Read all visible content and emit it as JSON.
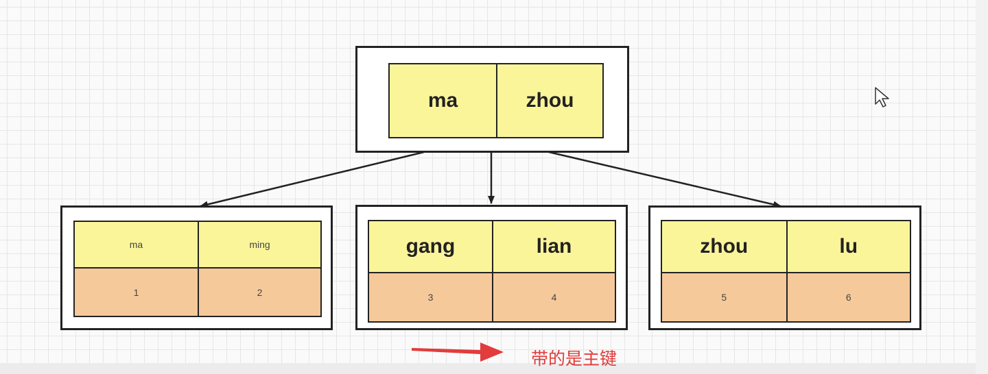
{
  "root": {
    "keys": [
      "ma",
      "zhou"
    ]
  },
  "leaves": [
    {
      "keys": [
        "ma",
        "ming"
      ],
      "values": [
        "1",
        "2"
      ]
    },
    {
      "keys": [
        "gang",
        "lian"
      ],
      "values": [
        "3",
        "4"
      ]
    },
    {
      "keys": [
        "zhou",
        "lu"
      ],
      "values": [
        "5",
        "6"
      ]
    }
  ],
  "annotation": {
    "text": "带的是主键",
    "color": "#e23c3c"
  },
  "colors": {
    "key_cell": "#fbf59a",
    "value_cell": "#f6c99b",
    "border": "#222222"
  }
}
